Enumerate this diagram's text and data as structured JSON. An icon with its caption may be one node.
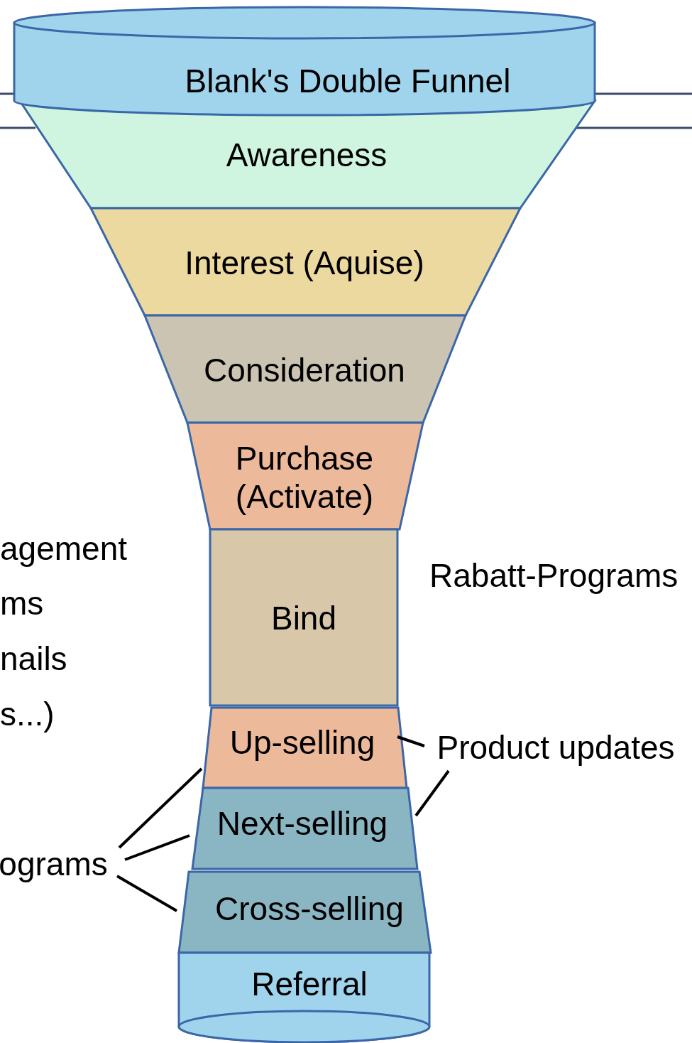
{
  "diagram": {
    "nodes": [
      {
        "text": [
          "Blank's Double Funnel"
        ]
      },
      {
        "text": [
          "Awareness"
        ]
      },
      {
        "text": [
          "Interest (Aquise)"
        ]
      },
      {
        "text": [
          "Consideration"
        ]
      },
      {
        "text": [
          "Purchase (Activate)"
        ]
      },
      {
        "text": [
          "Bind"
        ]
      },
      {
        "text": [
          "Up-selling"
        ]
      },
      {
        "text": [
          "Next-selling"
        ]
      },
      {
        "text": [
          "Cross-selling"
        ]
      },
      {
        "text": [
          "Referral"
        ]
      },
      {
        "text": [
          "Product updates"
        ]
      },
      {
        "text": [
          "ograms"
        ]
      }
    ],
    "edges": [
      {
        "from": 10,
        "to": 6,
        "arrow": "none"
      },
      {
        "from": 10,
        "to": 7,
        "arrow": "none"
      },
      {
        "from": 11,
        "to": 6,
        "arrow": "none"
      },
      {
        "from": 11,
        "to": 7,
        "arrow": "none"
      },
      {
        "from": 11,
        "to": 8,
        "arrow": "none"
      }
    ],
    "labels": [
      "agement",
      "Rabatt-Programs",
      "ms",
      "nails",
      "s...)"
    ]
  }
}
